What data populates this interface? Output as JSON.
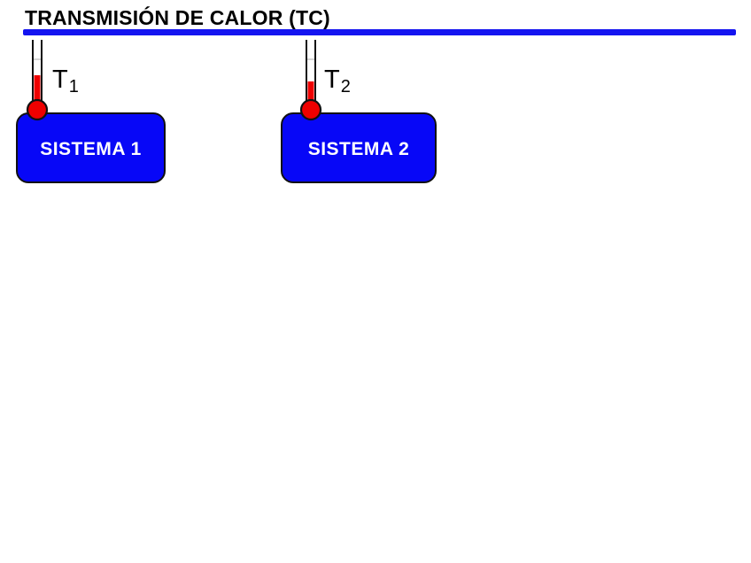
{
  "slide": {
    "title": "TRANSMISIÓN DE CALOR (TC)"
  },
  "systems": [
    {
      "label": "SISTEMA 1",
      "temp_symbol": "T",
      "temp_subscript": "1"
    },
    {
      "label": "SISTEMA 2",
      "temp_symbol": "T",
      "temp_subscript": "2"
    }
  ],
  "colors": {
    "accent_blue": "#1414F0",
    "box_blue": "#0707F7",
    "thermometer_red": "#EE0000",
    "outline_black": "#111111",
    "box_text_white": "#FFFFFF"
  }
}
